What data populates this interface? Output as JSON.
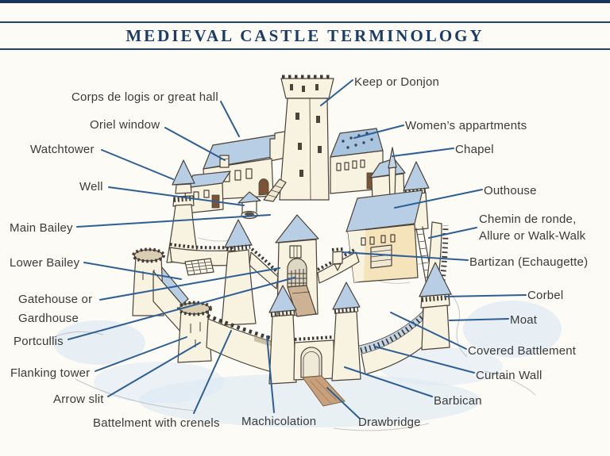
{
  "title_bar": {
    "title": "MEDIEVAL CASTLE TERMINOLOGY"
  },
  "labels": {
    "keep": {
      "text": "Keep or Donjon"
    },
    "corps_de_logis": {
      "text": "Corps de logis or great hall"
    },
    "oriel_window": {
      "text": "Oriel window"
    },
    "watchtower": {
      "text": "Watchtower"
    },
    "womens_appartments": {
      "text": "Women’s appartments"
    },
    "chapel": {
      "text": "Chapel"
    },
    "well": {
      "text": "Well"
    },
    "outhouse": {
      "text": "Outhouse"
    },
    "main_bailey": {
      "text": "Main Bailey"
    },
    "chemin_de_ronde": {
      "text": "Chemin de ronde,\nAllure or Walk-Walk"
    },
    "lower_bailey": {
      "text": "Lower Bailey"
    },
    "bartizan": {
      "text": "Bartizan (Echaugette)"
    },
    "gatehouse": {
      "text": "Gatehouse or\nGardhouse"
    },
    "corbel": {
      "text": "Corbel"
    },
    "moat": {
      "text": "Moat"
    },
    "portcullis": {
      "text": "Portcullis"
    },
    "covered_battlement": {
      "text": "Covered Battlement"
    },
    "flanking_tower": {
      "text": "Flanking tower"
    },
    "curtain_wall": {
      "text": "Curtain Wall"
    },
    "arrow_slit": {
      "text": "Arrow slit"
    },
    "barbican": {
      "text": "Barbican"
    },
    "battlement_crenels": {
      "text": "Battelment with crenels"
    },
    "machicolation": {
      "text": "Machicolation"
    },
    "drawbridge": {
      "text": "Drawbridge"
    }
  },
  "colors": {
    "title_navy": "#1b3c68",
    "top_bar": "#16345c",
    "leader_line": "#2e5f94",
    "label_text": "#3a3a3a",
    "roof_blue": "#b7cee4",
    "wall_cream": "#f8f2e0",
    "wall_yellow": "#f4e3bb",
    "moat_blue": "#d9e8f3",
    "drawbridge_tan": "#c8a07b",
    "background": "#fdfbf5"
  }
}
